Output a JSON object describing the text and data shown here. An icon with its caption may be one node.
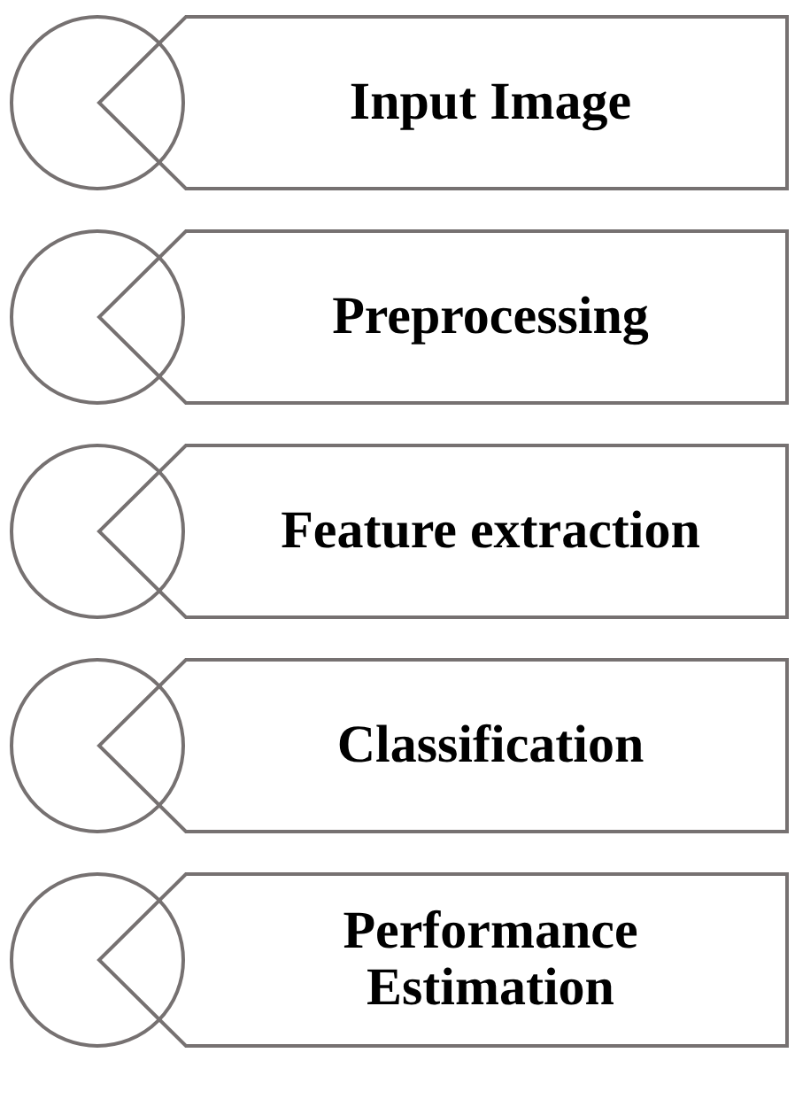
{
  "diagram": {
    "nodes": [
      {
        "text": [
          "Input Image"
        ]
      },
      {
        "text": [
          "Preprocessing"
        ]
      },
      {
        "text": [
          "Feature extraction"
        ]
      },
      {
        "text": [
          "Classification"
        ]
      },
      {
        "text": [
          "Performance Estimation"
        ]
      }
    ]
  }
}
